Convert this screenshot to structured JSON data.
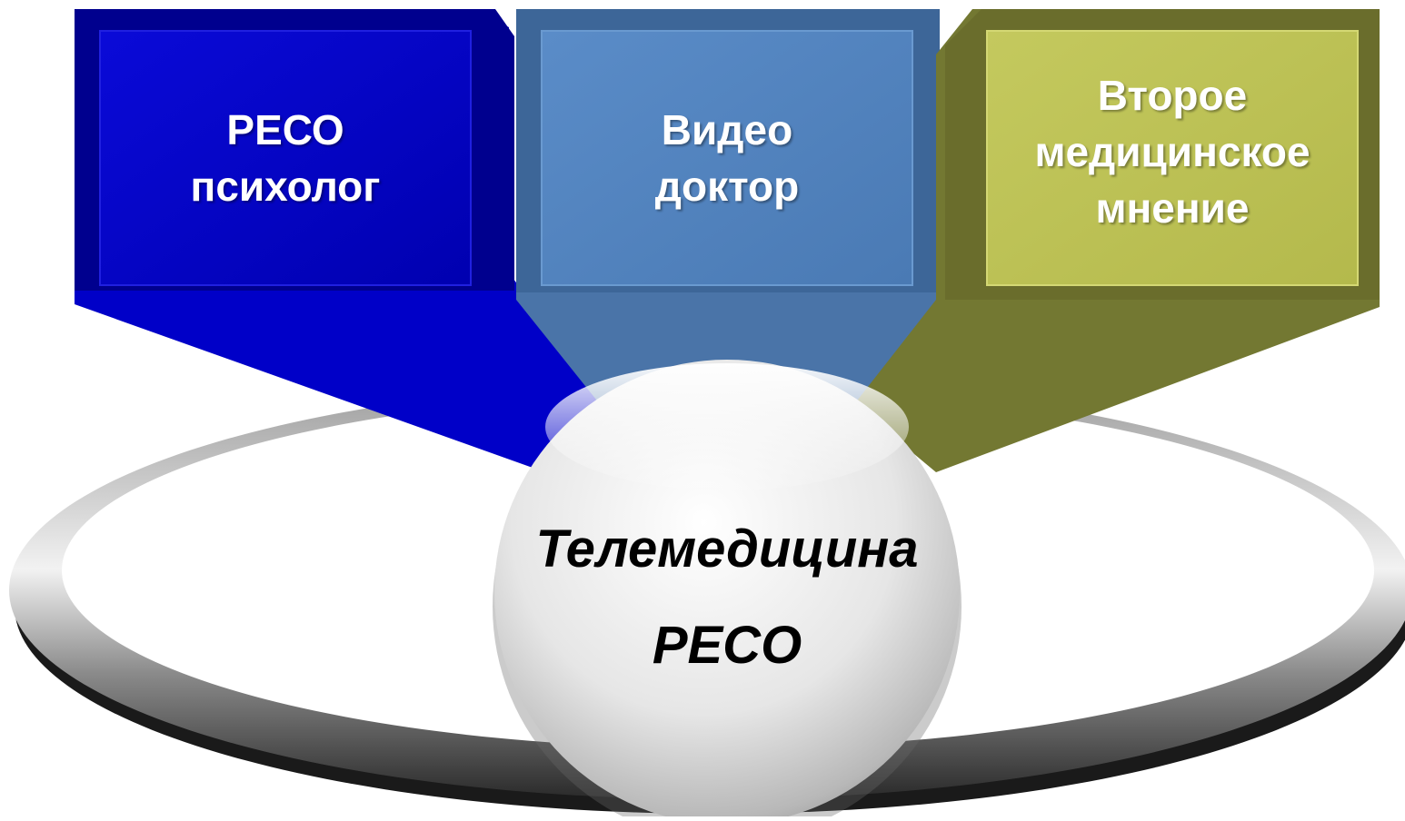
{
  "boxes": [
    {
      "lines": [
        "РЕСО",
        "психолог"
      ],
      "color": "#0000c8",
      "frame_color": "#00008c",
      "arrow_color": "#0000d0"
    },
    {
      "lines": [
        "Видео",
        "доктор"
      ],
      "color": "#4f81bd",
      "frame_color": "#3b6496",
      "arrow_color": "#4a74a8"
    },
    {
      "lines": [
        "Второе",
        "медицинское",
        "мнение"
      ],
      "color": "#bfc456",
      "frame_color": "#6b6e2e",
      "arrow_color": "#737832"
    }
  ],
  "center": {
    "lines": [
      "Телемедицина",
      "РЕСО"
    ]
  },
  "colors": {
    "ring_outer": "#5a5a5a",
    "ring_inner": "#d8d8d8",
    "sphere_light": "#ffffff",
    "sphere_dark": "#9a9a9a"
  }
}
